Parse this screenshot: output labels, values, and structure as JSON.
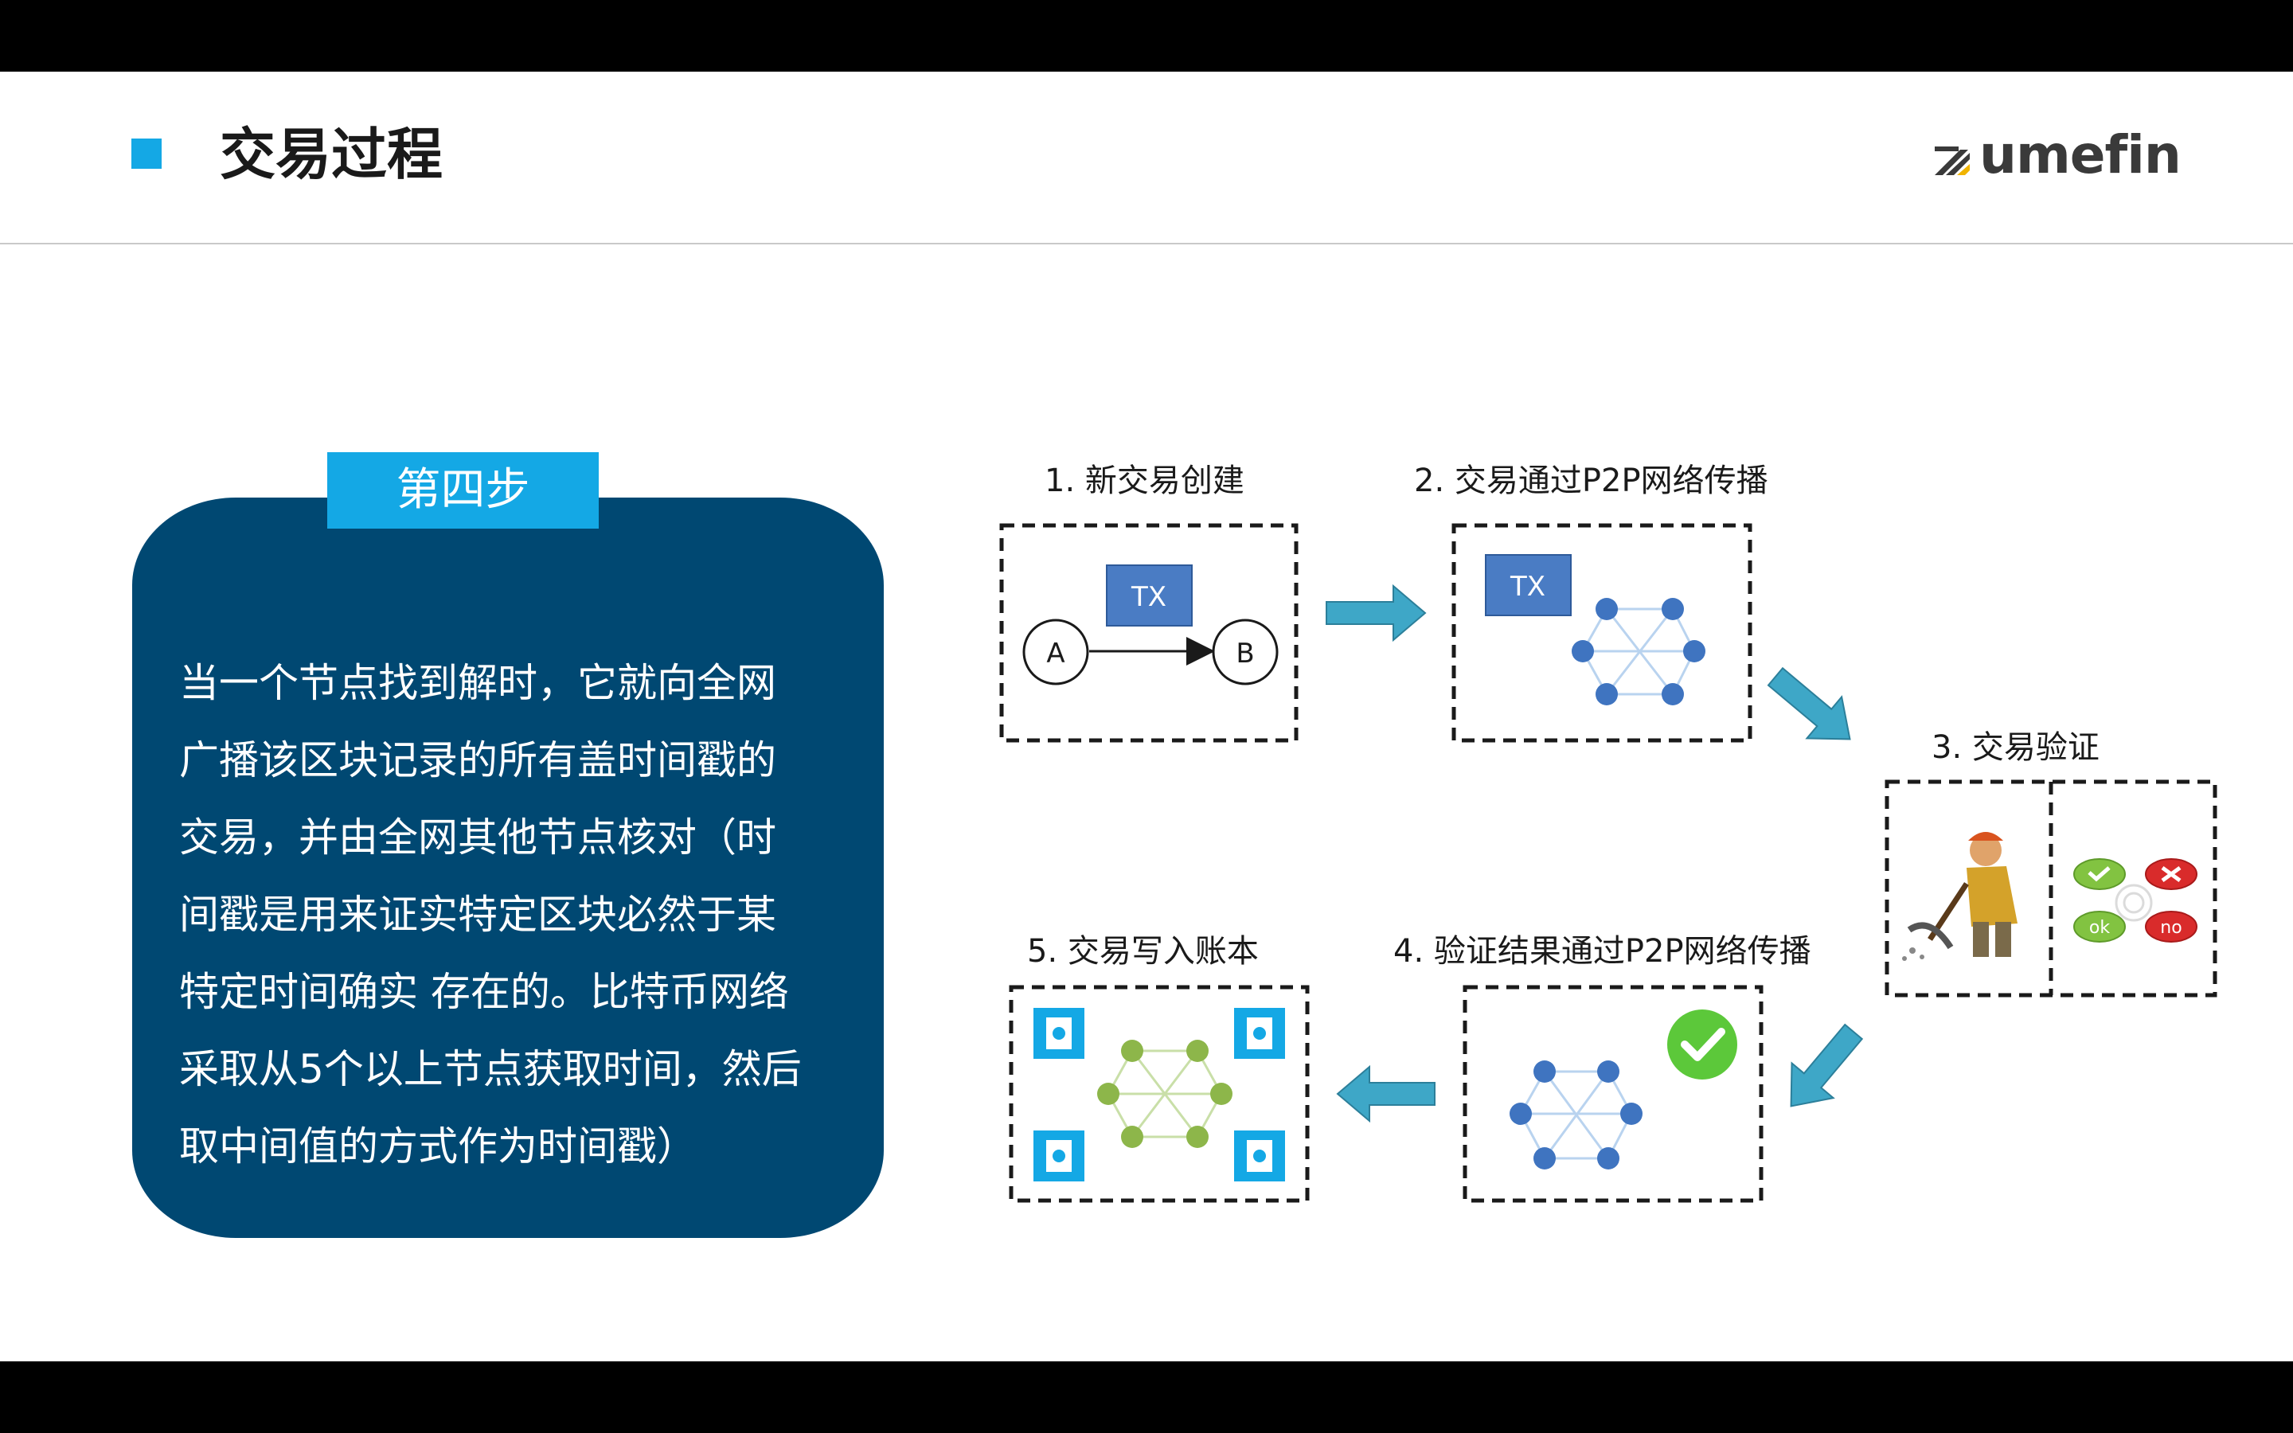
{
  "header": {
    "title": "交易过程",
    "logo_text": "umefin"
  },
  "step": {
    "badge": "第四步",
    "lines": [
      "当一个节点找到解时，它就向全网",
      "广播该区块记录的所有盖时间戳的",
      "交易，并由全网其他节点核对（时",
      "间戳是用来证实特定区块必然于某",
      "特定时间确实 存在的。比特币网络",
      "采取从5个以上节点获取时间，然后",
      "取中间值的方式作为时间戳）"
    ]
  },
  "diagram": {
    "step1_title": "1. 新交易创建",
    "step2_title": "2. 交易通过P2P网络传播",
    "step3_title": "3. 交易验证",
    "step4_title": "4. 验证结果通过P2P网络传播",
    "step5_title": "5. 交易写入账本",
    "tx_label": "TX",
    "node_a": "A",
    "node_b": "B",
    "ok_label": "ok",
    "no_label": "no",
    "colors": {
      "accent_blue": "#14a8e5",
      "card_navy": "#004872",
      "node_blue": "#3f74c0",
      "node_green": "#8db64a",
      "arrow_teal": "#3ea7c7",
      "check_green": "#5cc83a"
    }
  }
}
